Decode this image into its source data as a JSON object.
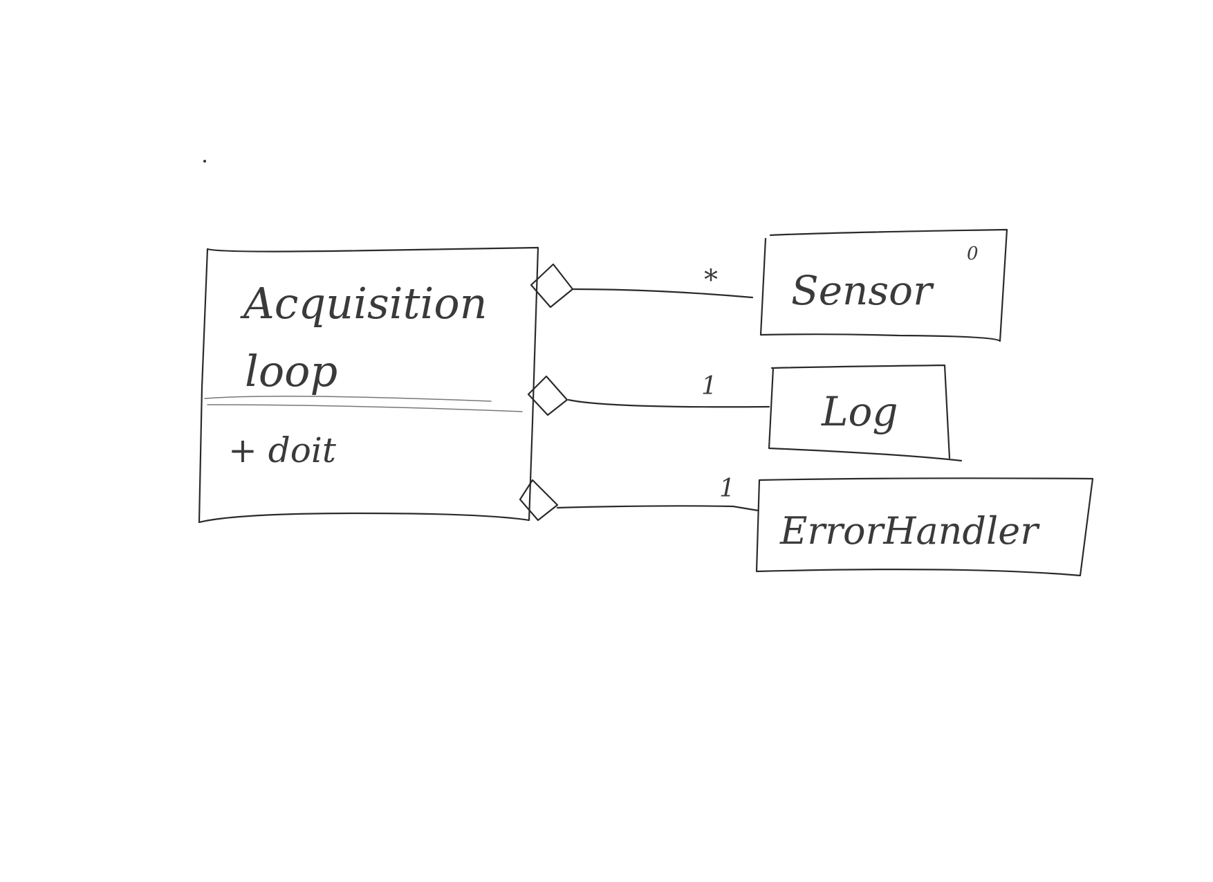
{
  "classes": {
    "acquisition_loop": {
      "name_line1": "Acquisition",
      "name_line2": "loop",
      "operation": "+ doit"
    },
    "sensor": {
      "name": "Sensor",
      "marker": "0"
    },
    "log": {
      "name": "Log"
    },
    "error_handler": {
      "name": "ErrorHandler"
    }
  },
  "associations": [
    {
      "type": "aggregation",
      "from": "Acquisition loop",
      "to": "Sensor",
      "multiplicity": "*"
    },
    {
      "type": "aggregation",
      "from": "Acquisition loop",
      "to": "Log",
      "multiplicity": "1"
    },
    {
      "type": "aggregation",
      "from": "Acquisition loop",
      "to": "ErrorHandler",
      "multiplicity": "1"
    }
  ]
}
